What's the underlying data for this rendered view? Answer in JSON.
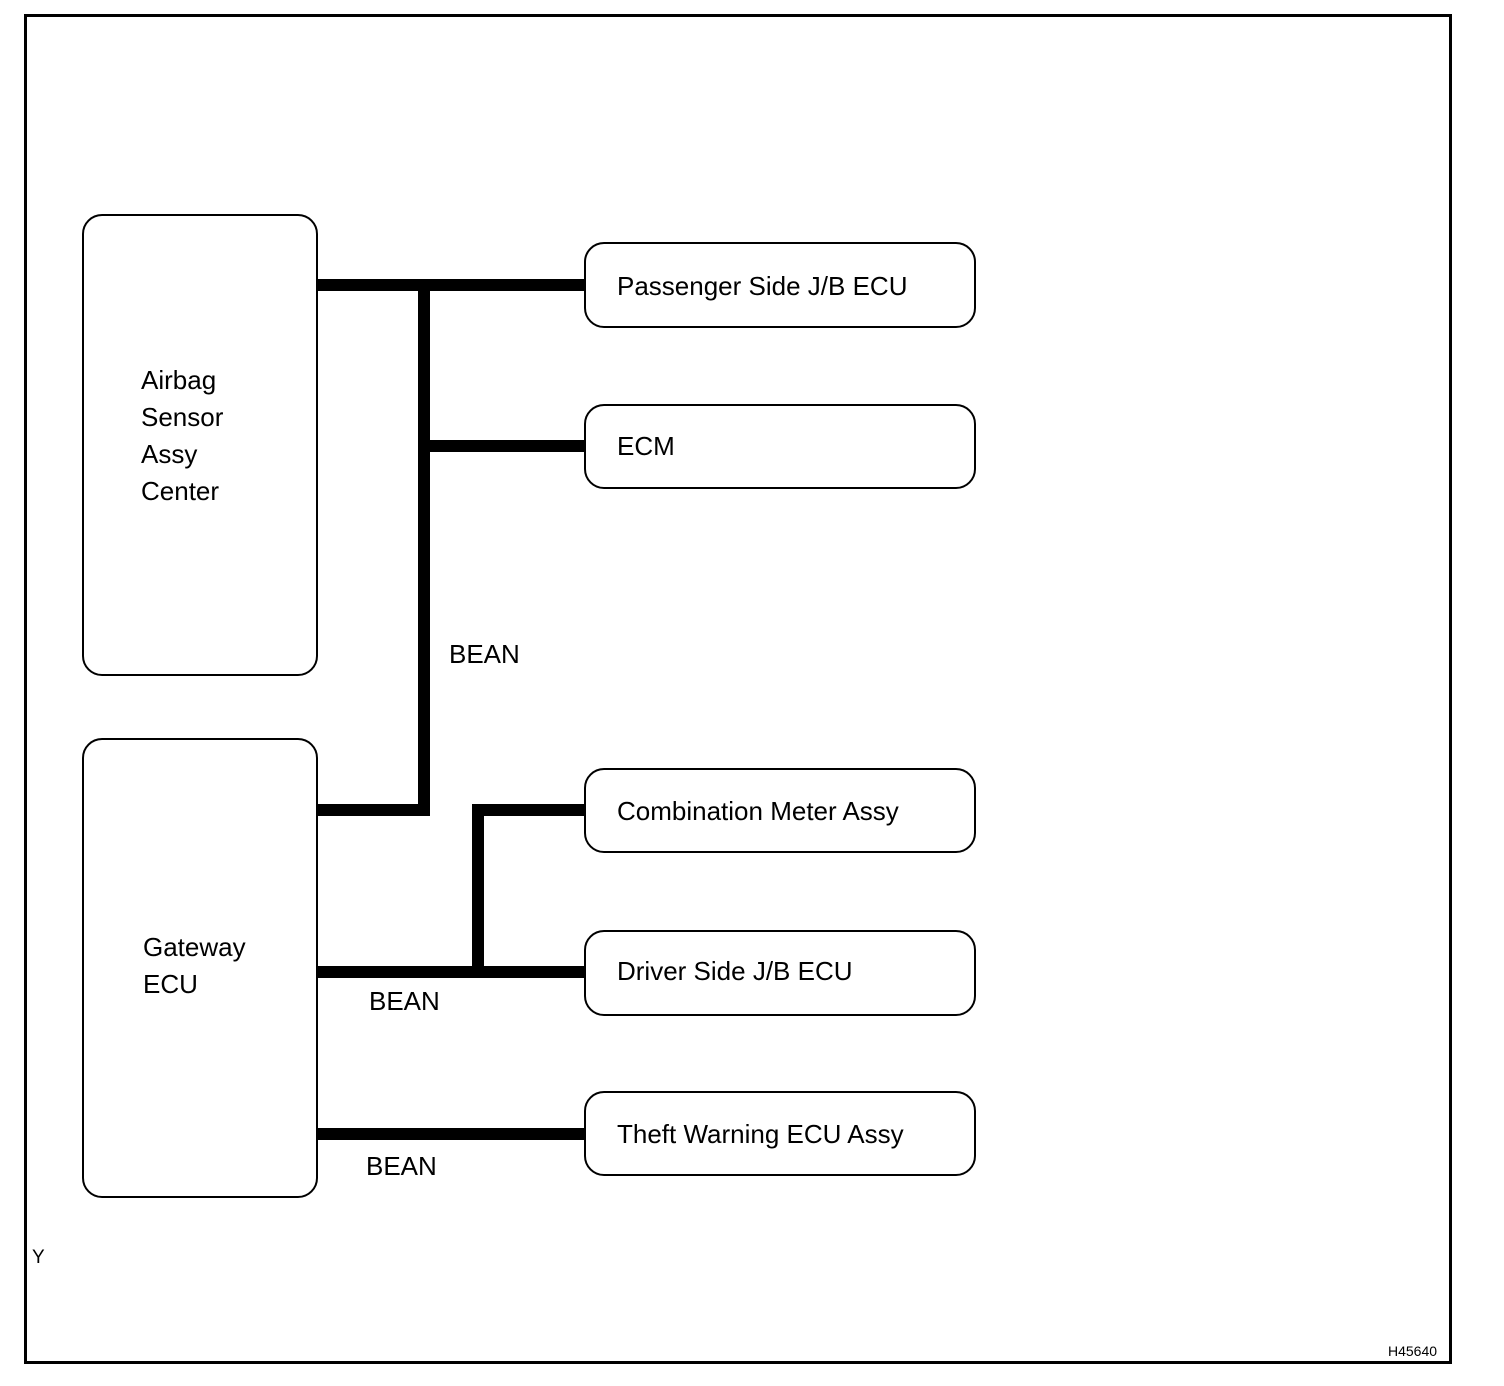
{
  "left_units": {
    "airbag": "Airbag\nSensor\nAssy\nCenter",
    "gateway": "Gateway\nECU"
  },
  "right_units": {
    "passenger_jb": "Passenger Side J/B ECU",
    "ecm": "ECM",
    "combination_meter": "Combination Meter Assy",
    "driver_jb": "Driver Side J/B ECU",
    "theft_warning": "Theft Warning ECU Assy"
  },
  "bus_labels": {
    "bean_upper": "BEAN",
    "bean_middle": "BEAN",
    "bean_lower": "BEAN"
  },
  "corner_marks": {
    "left_mark": "Y",
    "figure_code": "H45640"
  }
}
